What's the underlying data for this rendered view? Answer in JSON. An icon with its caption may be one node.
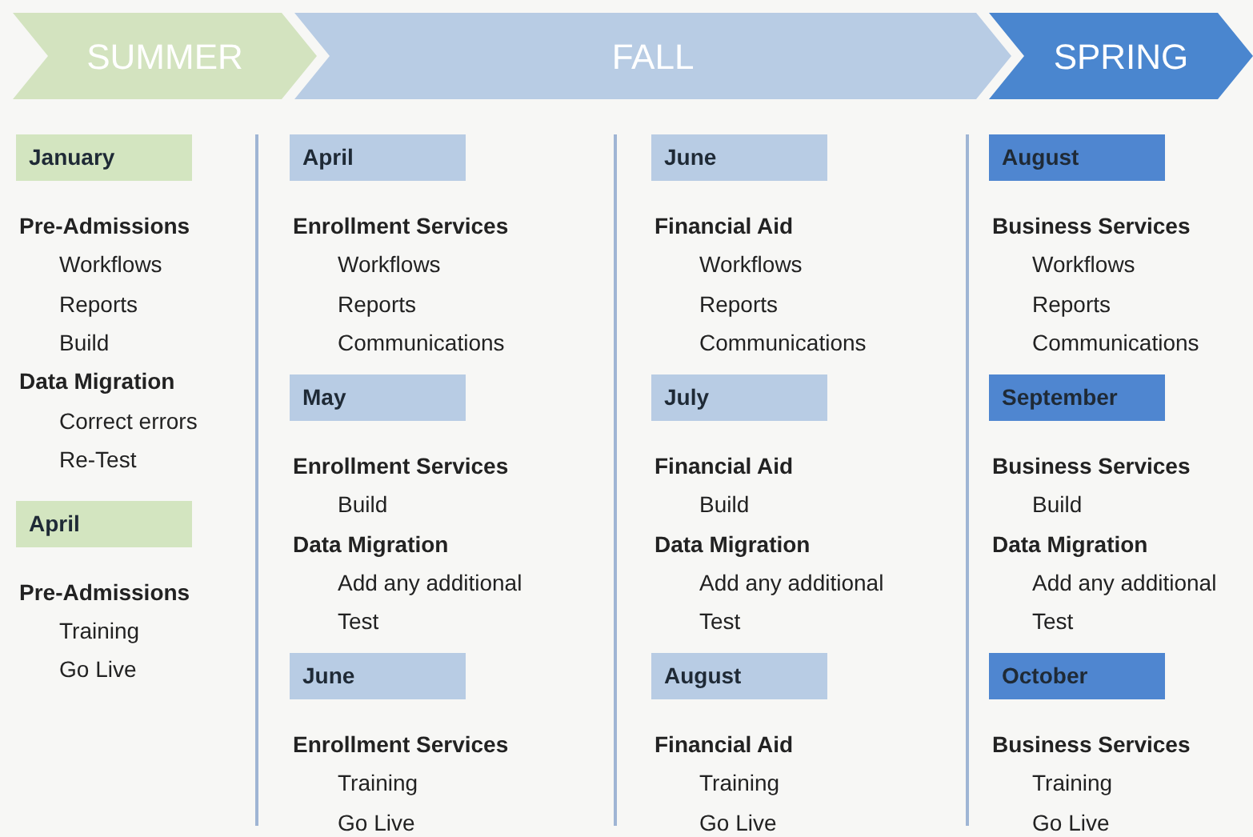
{
  "diagram": {
    "nodes": [
      {
        "text": [
          "SUMMER"
        ]
      },
      {
        "text": [
          "FALL"
        ]
      },
      {
        "text": [
          "SPRING"
        ]
      },
      {
        "text": [
          "January"
        ]
      },
      {
        "text": [
          "April"
        ]
      },
      {
        "text": [
          "April"
        ]
      },
      {
        "text": [
          "May"
        ]
      },
      {
        "text": [
          "June"
        ]
      },
      {
        "text": [
          "June"
        ]
      },
      {
        "text": [
          "July"
        ]
      },
      {
        "text": [
          "August"
        ]
      },
      {
        "text": [
          "August"
        ]
      },
      {
        "text": [
          "September"
        ]
      },
      {
        "text": [
          "October"
        ]
      }
    ],
    "labels": [
      "Pre-Admissions",
      "Workflows",
      "Reports",
      "Build",
      "Data Migration",
      "Correct errors",
      "Re-Test",
      "Pre-Admissions",
      "Training",
      "Go Live",
      "Enrollment Services",
      "Workflows",
      "Reports",
      "Communications",
      "Enrollment Services",
      "Build",
      "Data Migration",
      "Add any additional",
      "Test",
      "Enrollment Services",
      "Training",
      "Go Live",
      "Financial Aid",
      "Workflows",
      "Reports",
      "Communications",
      "Financial Aid",
      "Build",
      "Data Migration",
      "Add any additional",
      "Test",
      "Financial Aid",
      "Training",
      "Go Live",
      "Business Services",
      "Workflows",
      "Reports",
      "Communications",
      "Business Services",
      "Build",
      "Data Migration",
      "Add any additional",
      "Test",
      "Business Services",
      "Training",
      "Go Live"
    ]
  }
}
